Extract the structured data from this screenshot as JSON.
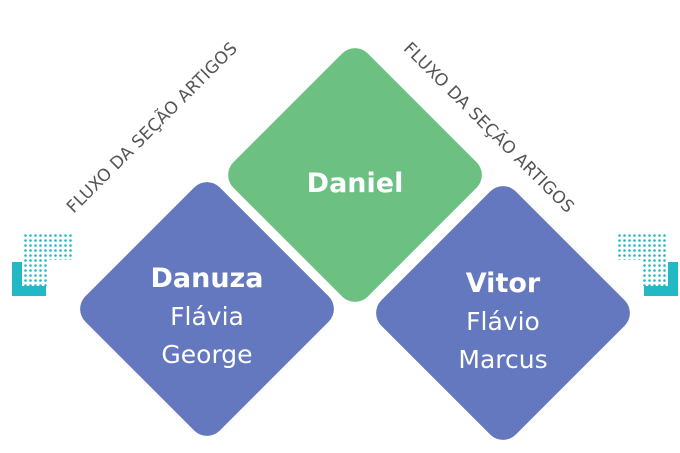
{
  "nodes": {
    "center": {
      "name": "Daniel"
    },
    "left": {
      "name": "Danuza",
      "members": [
        "Flávia",
        "George"
      ]
    },
    "right": {
      "name": "Vitor",
      "members": [
        "Flávio",
        "Marcus"
      ]
    }
  },
  "flow_labels": {
    "left": "FLUXO DA SEÇÃO ARTIGOS",
    "right": "FLUXO DA SEÇÃO ARTIGOS"
  },
  "colors": {
    "center": "#6cc082",
    "sides": "#6478c0",
    "arrow": "#22b8c6",
    "label_text": "#555555"
  },
  "icons": {
    "flow_arrow": "dotted-chevron-arrow-icon"
  }
}
